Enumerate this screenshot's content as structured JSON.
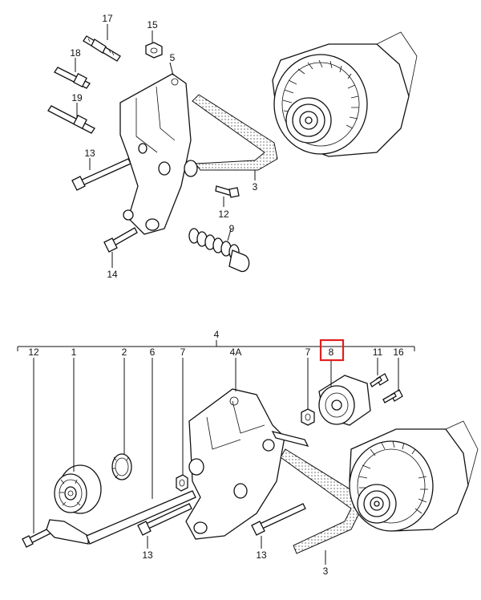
{
  "labels": {
    "top": {
      "p17": "17",
      "p15": "15",
      "p18": "18",
      "p5": "5",
      "p19": "19",
      "p13": "13",
      "p3": "3",
      "p12": "12",
      "p9": "9",
      "p14": "14"
    },
    "bottom": {
      "p4": "4",
      "p12": "12",
      "p1": "1",
      "p2": "2",
      "p6": "6",
      "p7a": "7",
      "p4a": "4A",
      "p7b": "7",
      "p8": "8",
      "p11": "11",
      "p16": "16",
      "p13a": "13",
      "p13b": "13",
      "p3": "3"
    }
  },
  "highlight": {
    "part": "8",
    "color": "#e0201f"
  }
}
